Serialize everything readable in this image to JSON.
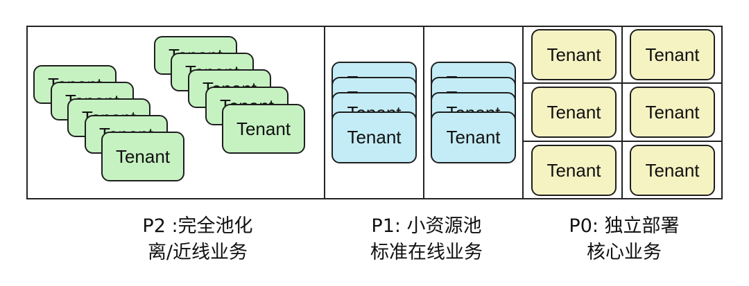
{
  "tenant_label": "Tenant",
  "sections": [
    {
      "title": "P2 :完全池化",
      "subtitle": "离/近线业务"
    },
    {
      "title": "P1: 小资源池",
      "subtitle": "标准在线业务"
    },
    {
      "title": "P0: 独立部署",
      "subtitle": "核心业务"
    }
  ],
  "colors": {
    "pooled": "#c6f2c2",
    "small_pool": "#c4ecf6",
    "dedicated": "#f5f3c2",
    "border": "#222222"
  }
}
